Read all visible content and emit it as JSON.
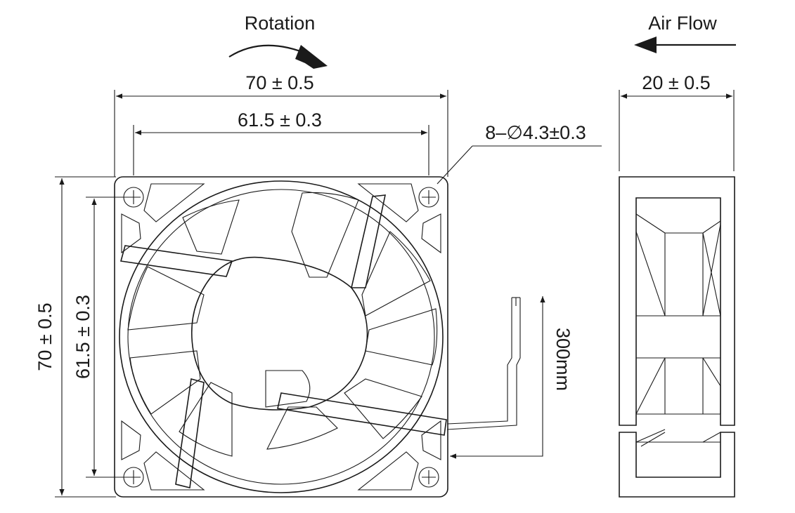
{
  "diagram": {
    "labels": {
      "rotation": "Rotation",
      "air_flow": "Air Flow",
      "overall_width": "70 ± 0.5",
      "hole_spacing_width": "61.5 ± 0.3",
      "mounting_holes": "8–∅4.3±0.3",
      "depth": "20 ± 0.5",
      "overall_height": "70 ± 0.5",
      "hole_spacing_height": "61.5 ± 0.3",
      "lead_length": "300mm"
    },
    "colors": {
      "line": "#1a1a1a",
      "background": "#ffffff"
    }
  }
}
